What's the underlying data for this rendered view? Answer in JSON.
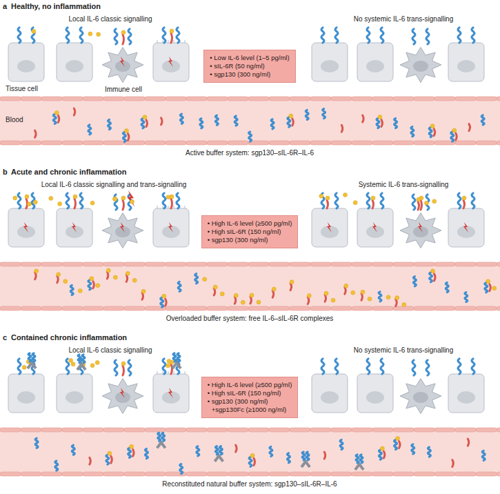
{
  "diagram": {
    "nodes": [
      {
        "text": [
          "• Low IL-6 level (1–5 pg/ml)",
          "• sIL-6R (50 ng/ml)",
          "• sgp130 (300 ng/ml)"
        ]
      },
      {
        "text": [
          "• High IL-6 level (≥500 pg/ml)",
          "• High sIL-6R (150 ng/ml)",
          "• sgp130 (300 ng/ml)"
        ]
      },
      {
        "text": [
          "• High IL-6 level (≥500 pg/ml)",
          "• High sIL-6R (150 ng/ml)",
          "• sgp130 (300 ng/ml)",
          "+sgp130Fc (≥1000 ng/ml)"
        ]
      }
    ],
    "edges": [],
    "labels": [
      "a",
      "Healthy, no inflammation",
      "Local IL-6 classic signalling",
      "No systemic IL-6 trans-signalling",
      "Tissue cell",
      "Immune cell",
      "Blood",
      "Active buffer system: sgp130–sIL-6R–IL-6",
      "b",
      "Acute and chronic inflammation",
      "Local IL-6 classic signalling and trans-signalling",
      "Systemic IL-6 trans-signalling",
      "Overloaded buffer system: free IL-6–sIL-6R complexes",
      "c",
      "Contained chronic inflammation",
      "Local IL-6 classic signalling",
      "No systemic IL-6 trans-signalling",
      "Reconstituted natural buffer system: sgp130–sIL-6R–IL-6"
    ]
  }
}
